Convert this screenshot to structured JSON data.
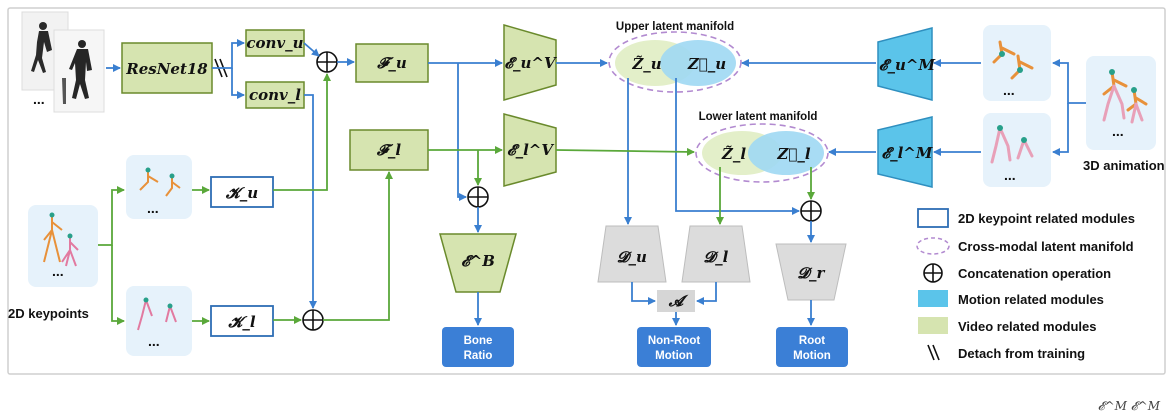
{
  "labels": {
    "resnet": "ResNet18",
    "conv_u": "conv_u",
    "conv_l": "conv_l",
    "F_u": "𝓕_u",
    "F_l": "𝓕_l",
    "E_u_V": "𝓔_u^V",
    "E_l_V": "𝓔_l^V",
    "E_u_M": "𝓔_u^M",
    "E_l_M": "𝓔_l^M",
    "K_u": "𝓚_u",
    "K_l": "𝓚_l",
    "E_B": "𝓔^B",
    "D_u": "𝓓_u",
    "D_l": "𝓓_l",
    "D_r": "𝓓_r",
    "A": "𝓐",
    "Z_u_tilde": "Z̃_u",
    "Z_u_vec": "Z⃗_u",
    "Z_l_tilde": "Z̃_l",
    "Z_l_vec": "Z⃗_l",
    "dots": "..."
  },
  "captions": {
    "upper_manifold": "Upper latent manifold",
    "lower_manifold": "Lower latent manifold",
    "keypoints_2d": "2D keypoints",
    "animation_3d": "3D animation"
  },
  "outputs": {
    "bone_ratio_line1": "Bone",
    "bone_ratio_line2": "Ratio",
    "nonroot_line1": "Non-Root",
    "nonroot_line2": "Motion",
    "root_line1": "Root",
    "root_line2": "Motion"
  },
  "legend": [
    {
      "text": "2D keypoint related modules",
      "icon": "keypoint-module-swatch"
    },
    {
      "text": "Cross-modal latent manifold",
      "icon": "manifold-ellipse-swatch"
    },
    {
      "text": "Concatenation operation",
      "icon": "concat-circle-plus"
    },
    {
      "text": "Motion related modules",
      "icon": "motion-module-swatch"
    },
    {
      "text": "Video related modules",
      "icon": "video-module-swatch"
    },
    {
      "text": "Detach from training",
      "icon": "detach-double-slash"
    }
  ],
  "footer_fragment": "𝓔^M   𝓔^M",
  "colors": {
    "video": "#d6e4b0",
    "motion": "#5bc4ea",
    "keypoint_border": "#2e6db4",
    "decoder": "#dcdcdc",
    "output": "#3b7fd6",
    "blue_arrow": "#3a7fd0",
    "green_arrow": "#5aa83a",
    "manifold_green": "#e3efc9",
    "manifold_blue": "#9ed8f3"
  }
}
